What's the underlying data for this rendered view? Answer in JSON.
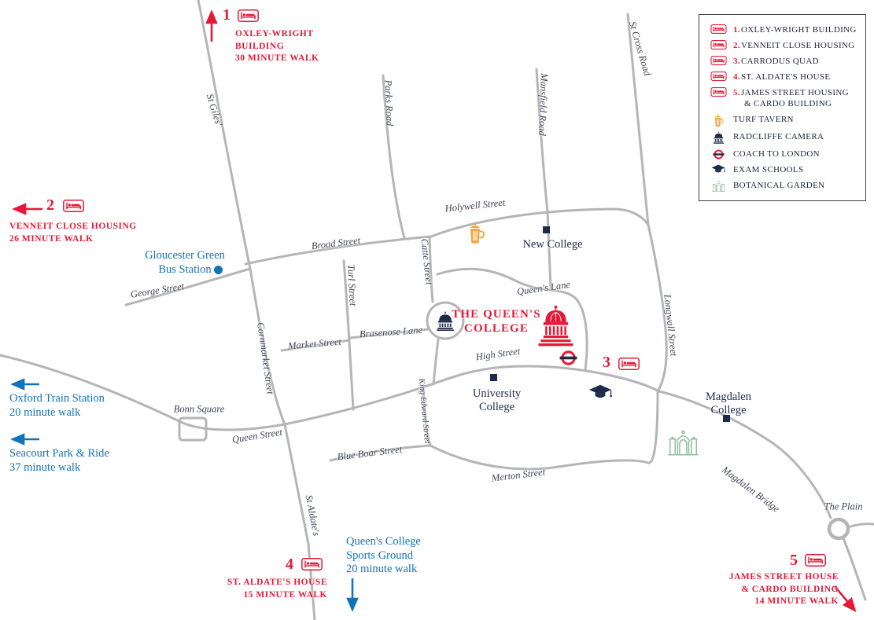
{
  "colors": {
    "red": "#e51937",
    "navy": "#1d2a4a",
    "blue": "#1274b8",
    "orange": "#f2a33c",
    "green": "#8fbf9e",
    "road": "#b5b5b7",
    "street": "#3e4454"
  },
  "legend": {
    "items": [
      {
        "icon": "bed-icon",
        "num": "1.",
        "label": "OXLEY-WRIGHT BUILDING"
      },
      {
        "icon": "bed-icon",
        "num": "2.",
        "label": "VENNEIT CLOSE HOUSING"
      },
      {
        "icon": "bed-icon",
        "num": "3.",
        "label": "CARRODUS QUAD"
      },
      {
        "icon": "bed-icon",
        "num": "4.",
        "label": "ST. ALDATE'S HOUSE"
      },
      {
        "icon": "bed-icon",
        "num": "5.",
        "label": "JAMES STREET HOUSING",
        "label2": "& CARDO BUILDING"
      },
      {
        "icon": "tavern-icon",
        "label": "TURF TAVERN"
      },
      {
        "icon": "radcliffe-icon",
        "label": "RADCLIFFE CAMERA"
      },
      {
        "icon": "roundel-icon",
        "label": "COACH TO LONDON"
      },
      {
        "icon": "cap-icon",
        "label": "EXAM SCHOOLS"
      },
      {
        "icon": "garden-icon",
        "label": "BOTANICAL GARDEN"
      }
    ]
  },
  "streets": {
    "st_giles": "St Giles'",
    "parks_road": "Parks Road",
    "mansfield_road": "Mansfield Road",
    "st_cross_road": "St Cross Road",
    "holywell_street": "Holywell Street",
    "broad_street": "Broad Street",
    "george_street": "George Street",
    "turl_street": "Turl Street",
    "catte_street": "Catte Street",
    "cornmarket_street": "Cornmarket Street",
    "market_street": "Market Street",
    "brasenose_lane": "Brasenose Lane",
    "queens_lane": "Queen's Lane",
    "high_street": "High Street",
    "king_edward_street": "King Edward Street",
    "queen_street": "Queen Street",
    "blue_boar_street": "Blue Boar Street",
    "merton_street": "Merton Street",
    "longwall_street": "Longwall Street",
    "magdalen_bridge": "Magdalen Bridge",
    "st_aldates": "St Aldate's",
    "bonn_square": "Bonn Square",
    "the_plain": "The Plain"
  },
  "locations": {
    "gloucester_green": {
      "line1": "Gloucester Green",
      "line2": "Bus Station"
    },
    "new_college": {
      "label": "New College"
    },
    "university_college": {
      "line1": "University",
      "line2": "College"
    },
    "magdalen_college": {
      "line1": "Magdalen",
      "line2": "College"
    },
    "queens_college": {
      "line1": "THE QUEEN'S",
      "line2": "COLLEGE"
    }
  },
  "callouts": {
    "c1": {
      "num": "1",
      "line1": "OXLEY-WRIGHT",
      "line2": "BUILDING",
      "line3": "30 MINUTE WALK"
    },
    "c2": {
      "num": "2",
      "line1": "VENNEIT CLOSE HOUSING",
      "line2": "26 MINUTE WALK"
    },
    "c3": {
      "num": "3"
    },
    "c4": {
      "num": "4",
      "line1": "ST. ALDATE'S HOUSE",
      "line2": "15 MINUTE WALK"
    },
    "c5": {
      "num": "5",
      "line1": "JAMES STREET HOUSE",
      "line2": "& CARDO BUILDING",
      "line3": "14 MINUTE WALK"
    }
  },
  "walks": {
    "train": {
      "line1": "Oxford Train Station",
      "line2": "20 minute walk"
    },
    "seacourt": {
      "line1": "Seacourt Park & Ride",
      "line2": "37 minute walk"
    },
    "sports": {
      "line1": "Queen's College",
      "line2": "Sports Ground",
      "line3": "20 minute walk"
    }
  }
}
